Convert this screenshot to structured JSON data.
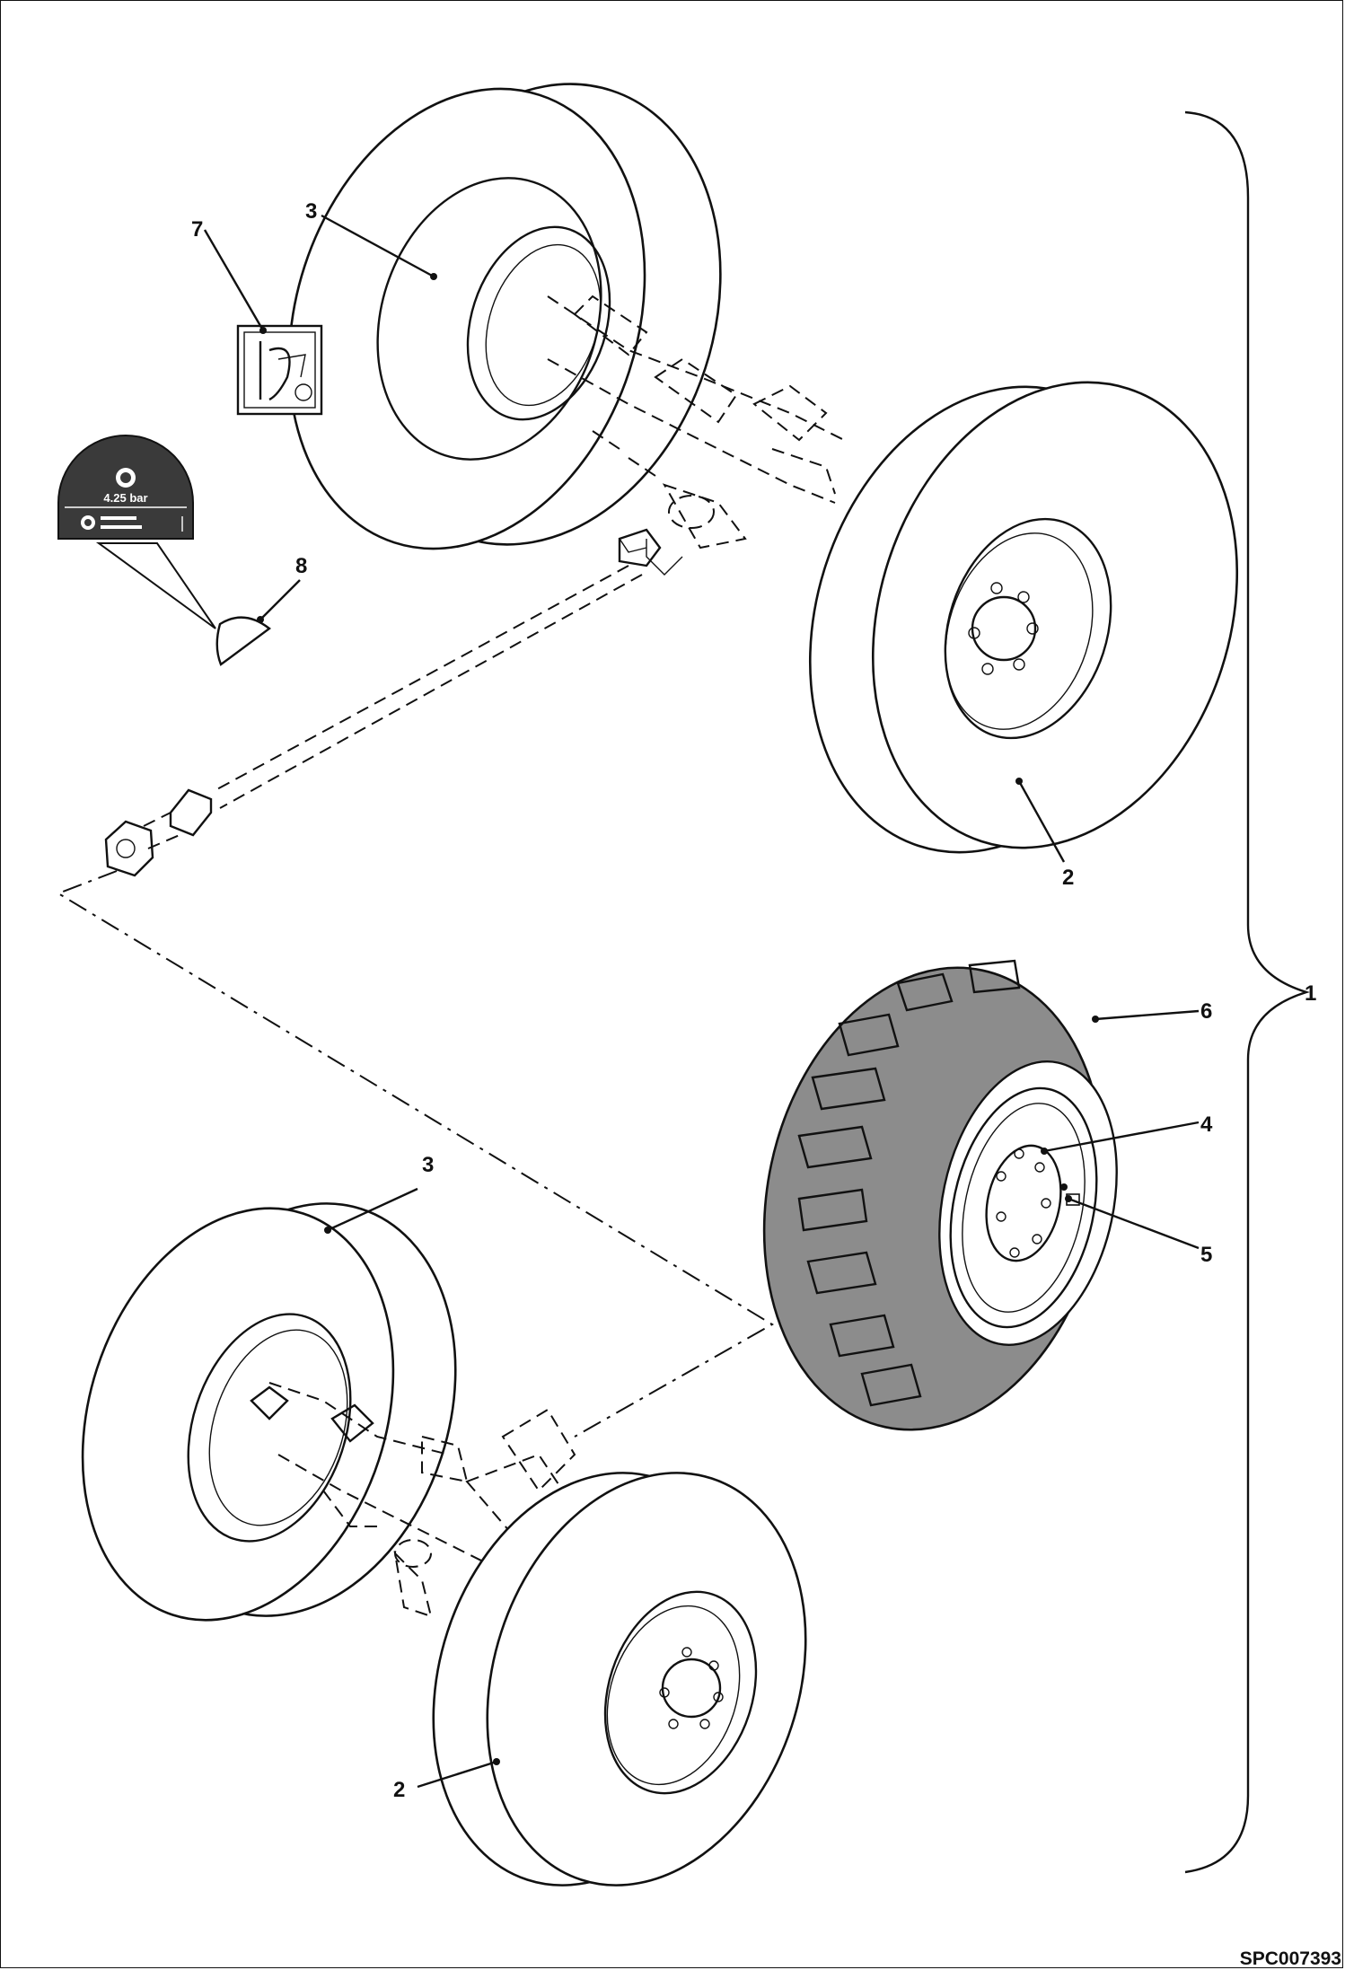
{
  "drawing_code": "SPC007393",
  "pressure_decal": {
    "pressure": "4.25 bar"
  },
  "callouts": {
    "assembly": "1",
    "front_wheel_upper": "2",
    "front_wheel_lower": "2",
    "rear_wheel_upper": "3",
    "rear_wheel_lower": "3",
    "rim": "4",
    "valve": "5",
    "tyre": "6",
    "warning_decal": "7",
    "pressure_decal_ref": "8"
  },
  "colors": {
    "line": "#111111",
    "tyre_fill": "#8c8c8c",
    "decal_fill": "#3a3a3a"
  }
}
